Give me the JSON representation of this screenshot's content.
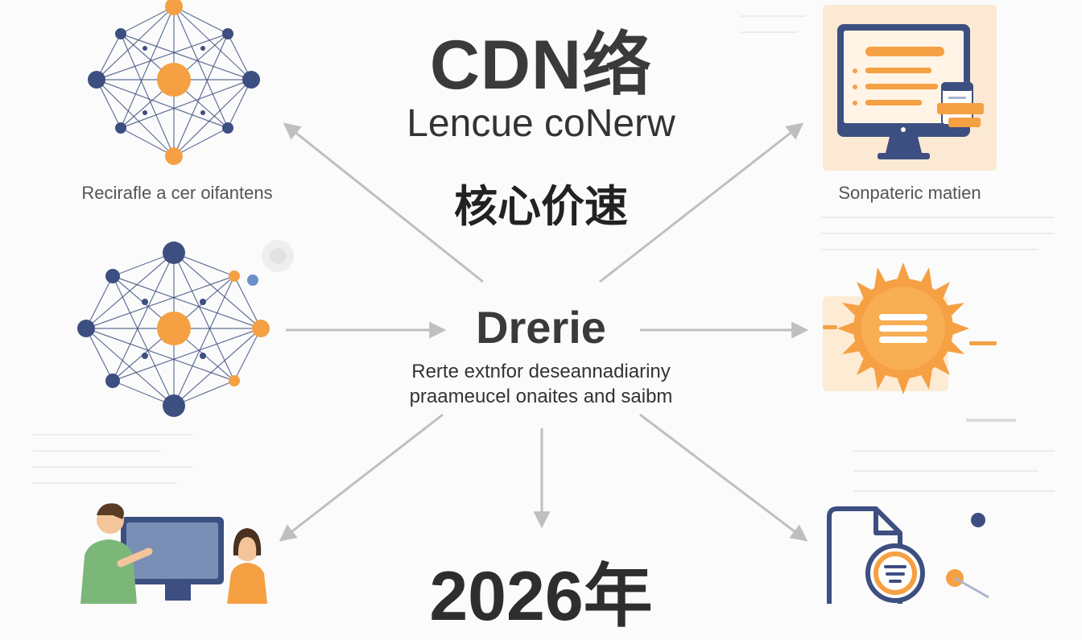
{
  "title": "CDN络",
  "subtitle": "Lencue coNerw",
  "tagline": "核心价速",
  "center": {
    "title": "Drerie",
    "desc_line1": "Rerte extnfor deseannadiariny",
    "desc_line2": "praameucel onaites and saibm"
  },
  "year": "2026年",
  "left_caption": "Recirafle a cer oifantens",
  "right_caption": "Sonpateric matien",
  "colors": {
    "orange": "#f5a043",
    "navy": "#3d4f80",
    "arrow": "#bfbfbf",
    "text": "#333333"
  },
  "icons": [
    "network-icon",
    "network-icon",
    "people-computer-icon",
    "monitor-icon",
    "sun-icon",
    "document-search-icon"
  ]
}
